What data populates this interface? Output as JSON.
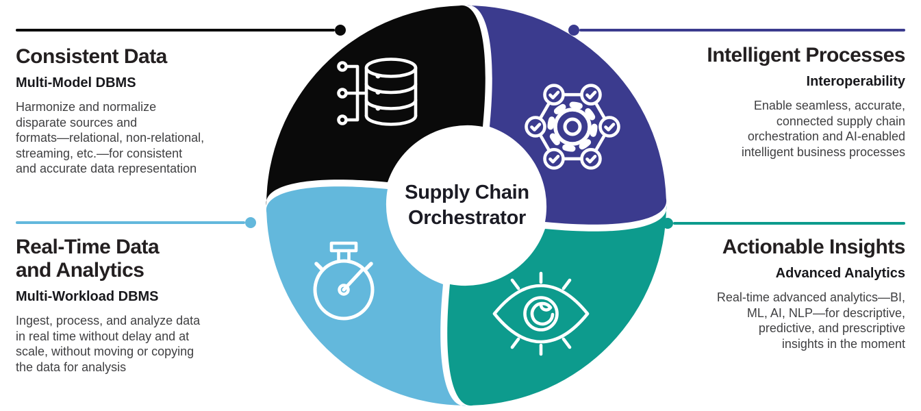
{
  "diagram": {
    "center_label": "Supply Chain\nOrchestrator",
    "accent_colors": {
      "black": "#0a0a0a",
      "indigo": "#3b3b8e",
      "light_blue": "#63b8dc",
      "teal": "#0d9b8d"
    },
    "sections": [
      {
        "id": "consistent-data",
        "quadrant": "top-left",
        "color": "#0a0a0a",
        "icon": "database-icon",
        "title": "Consistent Data",
        "subtitle": "Multi-Model DBMS",
        "body": "Harmonize and normalize\ndisparate sources and\nformats—relational, non-relational,\nstreaming, etc.—for consistent\nand accurate data representation"
      },
      {
        "id": "intelligent-processes",
        "quadrant": "top-right",
        "color": "#3b3b8e",
        "icon": "gear-network-icon",
        "title": "Intelligent Processes",
        "subtitle": "Interoperability",
        "body": "Enable seamless, accurate,\nconnected supply chain\norchestration and AI-enabled\nintelligent business processes"
      },
      {
        "id": "real-time-data-and-analytics",
        "quadrant": "bottom-left",
        "color": "#63b8dc",
        "icon": "stopwatch-icon",
        "title": "Real-Time Data\nand Analytics",
        "subtitle": "Multi-Workload DBMS",
        "body": "Ingest, process, and analyze data\nin real time without delay and at\nscale, without moving or copying\nthe data for analysis"
      },
      {
        "id": "actionable-insights",
        "quadrant": "bottom-right",
        "color": "#0d9b8d",
        "icon": "eye-icon",
        "title": "Actionable Insights",
        "subtitle": "Advanced Analytics",
        "body": "Real-time advanced analytics—BI,\nML, AI, NLP—for descriptive,\npredictive, and prescriptive\ninsights in the moment"
      }
    ]
  }
}
